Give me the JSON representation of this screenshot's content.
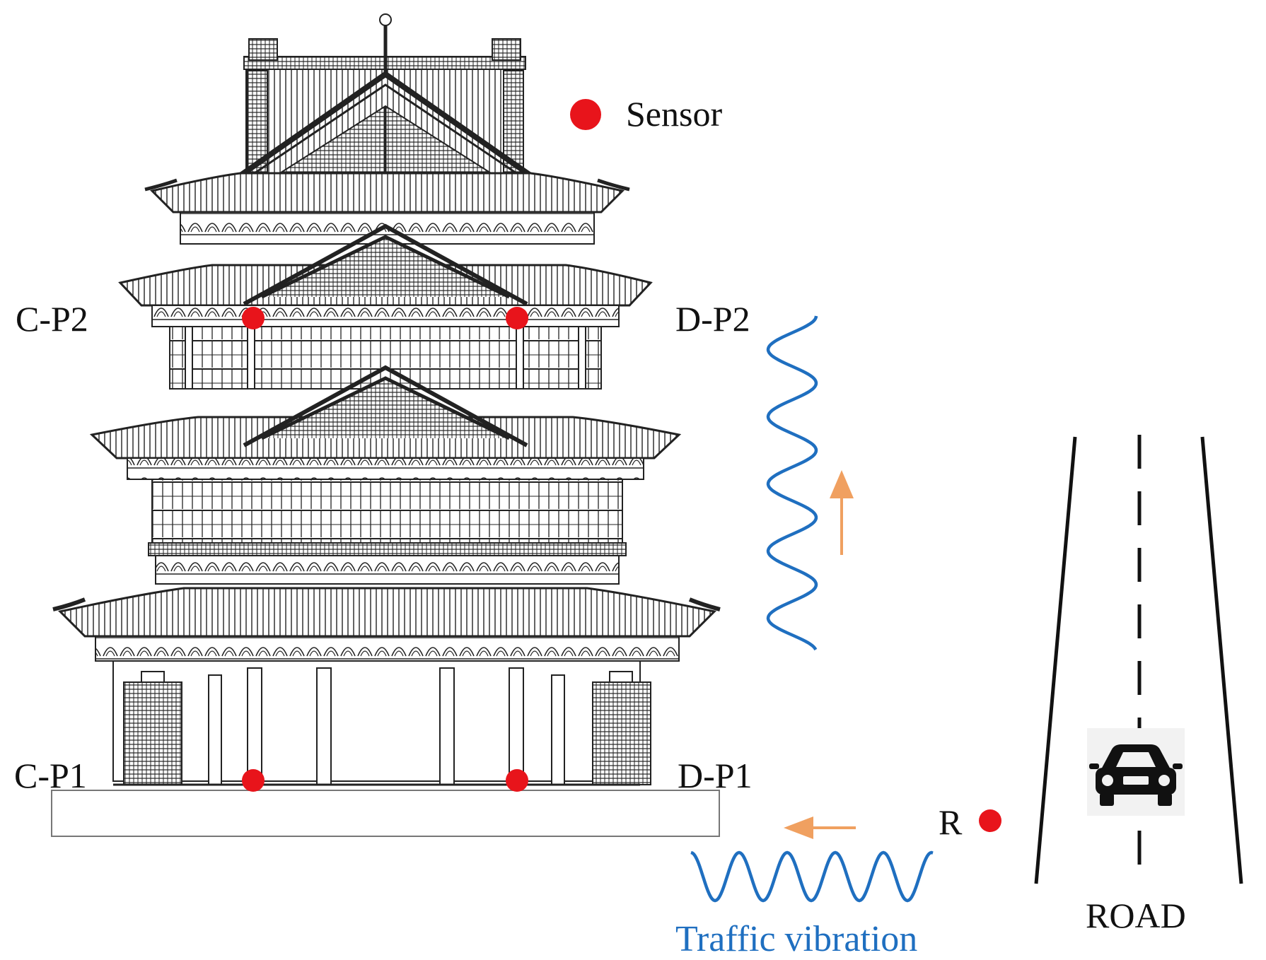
{
  "legend": {
    "label": "Sensor"
  },
  "sensors": [
    {
      "id": "C-P2",
      "label": "C-P2"
    },
    {
      "id": "D-P2",
      "label": "D-P2"
    },
    {
      "id": "C-P1",
      "label": "C-P1"
    },
    {
      "id": "D-P1",
      "label": "D-P1"
    },
    {
      "id": "R",
      "label": "R"
    }
  ],
  "road": {
    "label": "ROAD"
  },
  "vibration": {
    "label": "Traffic vibration"
  },
  "colors": {
    "sensor": "#e8141b",
    "wave": "#1f6fc0",
    "arrow": "#f0a060",
    "ink": "#111111",
    "vibration_text": "#1f6fc0"
  },
  "icons": [
    "pagoda-illustration",
    "car-icon",
    "arrow-up-icon",
    "arrow-left-icon"
  ]
}
